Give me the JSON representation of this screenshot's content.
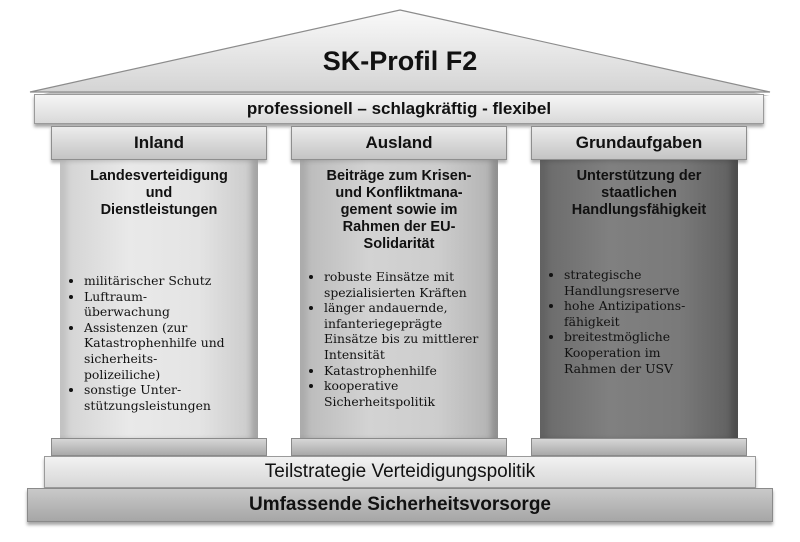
{
  "title": "SK-Profil F2",
  "motto": "professionell – schlagkräftig - flexibel",
  "pillars": [
    {
      "header": "Inland",
      "heading": [
        "Landesverteidigung",
        "und",
        "Dienstleistungen"
      ],
      "points": [
        "militärischer Schutz",
        "Luftraum-überwachung",
        "Assistenzen (zur Katastrophenhilfe und sicherheits-polizeiliche)",
        "sonstige Unter-stützungsleistungen"
      ]
    },
    {
      "header": "Ausland",
      "heading": [
        "Beiträge zum Krisen-",
        "und Konfliktmana-",
        "gement sowie im",
        "Rahmen der EU-",
        "Solidarität"
      ],
      "points": [
        "robuste Einsätze mit spezialisierten Kräften",
        "länger andauernde, infanteriegeprägte Einsätze bis zu mittlerer Intensität",
        "Katastrophenhilfe",
        "kooperative Sicherheitspolitik"
      ]
    },
    {
      "header": "Grundaufgaben",
      "heading": [
        "Unterstützung der",
        "staatlichen",
        "Handlungsfähigkeit"
      ],
      "points": [
        "strategische Handlungsreserve",
        "hohe Antizipations-fähigkeit",
        "breitestmögliche Kooperation im Rahmen der USV"
      ]
    }
  ],
  "base_upper": "Teilstrategie Verteidigungspolitik",
  "base_lower": "Umfassende Sicherheitsvorsorge"
}
